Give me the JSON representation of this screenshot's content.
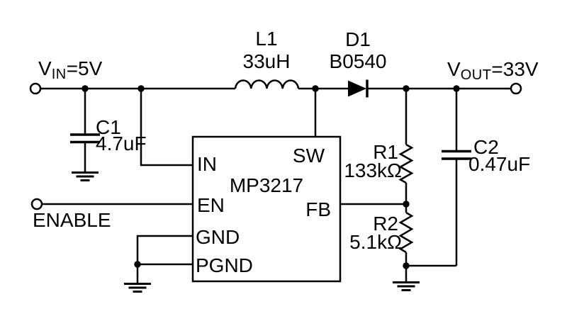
{
  "nets": {
    "vin": {
      "base": "V",
      "sub": "IN",
      "rest": "=5V"
    },
    "vout": {
      "base": "V",
      "sub": "OUT",
      "rest": "=33V"
    },
    "enable": "ENABLE"
  },
  "components": {
    "l1": {
      "ref": "L1",
      "value": "33uH"
    },
    "d1": {
      "ref": "D1",
      "value": "B0540"
    },
    "c1": {
      "ref": "C1",
      "value": "4.7uF"
    },
    "c2": {
      "ref": "C2",
      "value": "0.47uF"
    },
    "r1": {
      "ref": "R1",
      "value": "133kΩ"
    },
    "r2": {
      "ref": "R2",
      "value": "5.1kΩ"
    },
    "ic": {
      "part": "MP3217",
      "pins": {
        "in": "IN",
        "en": "EN",
        "gnd": "GND",
        "pgnd": "PGND",
        "sw": "SW",
        "fb": "FB"
      }
    }
  },
  "colors": {
    "ink": "#000000",
    "background": "#ffffff"
  }
}
